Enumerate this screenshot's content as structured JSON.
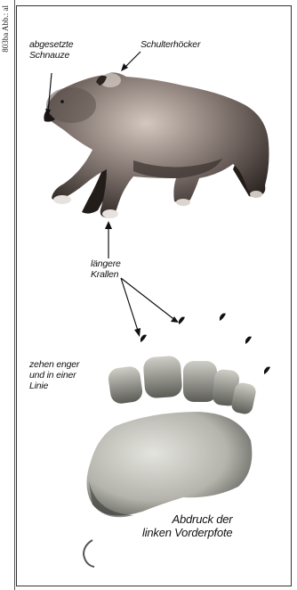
{
  "side_code": "803ba Abb.: al",
  "labels": {
    "snout": "abgesetzte\nSchnauze",
    "hump": "Schulterhöcker",
    "claws": "längere\nKrallen",
    "toes": "zehen enger\nund in einer\nLinie",
    "footprint": "Abdruck der\nlinken Vorderpfote"
  },
  "colors": {
    "fur_dark": "#2c2522",
    "fur_mid": "#6a5e58",
    "fur_light": "#c9bcb4",
    "pad_light": "#d6d6d0",
    "pad_dark": "#4f4f4a"
  },
  "icons": {
    "bear": "brown-bear-illustration",
    "footprint": "bear-front-paw-print"
  }
}
